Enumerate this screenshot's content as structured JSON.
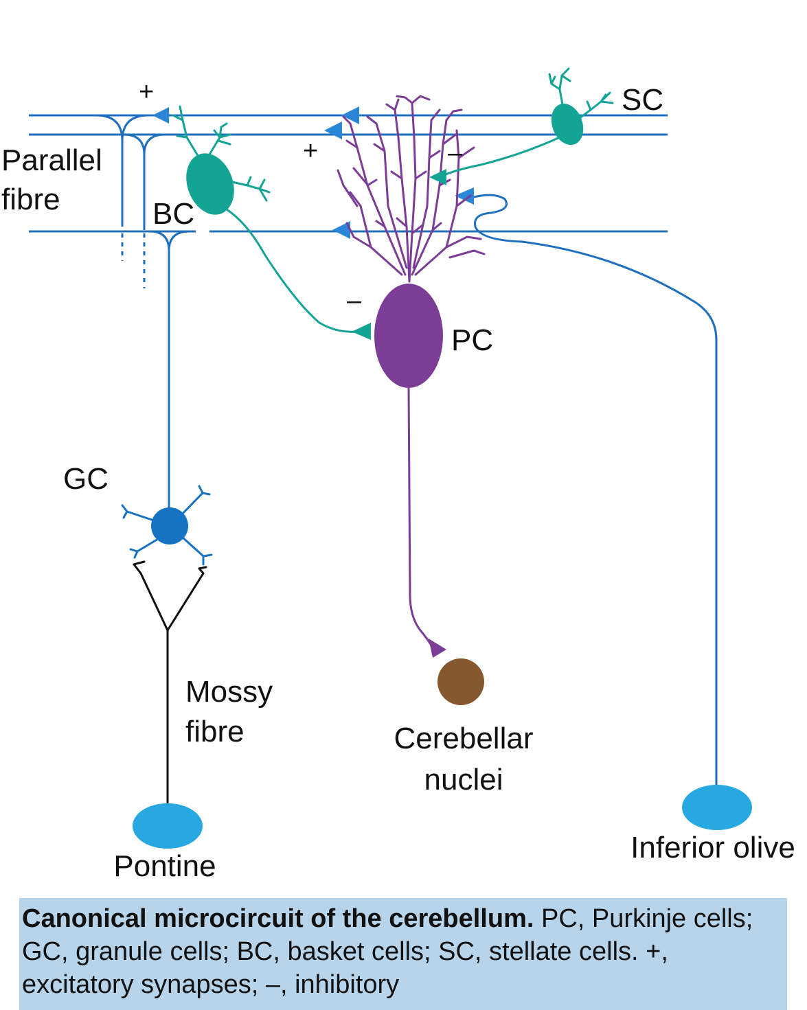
{
  "labels": {
    "parallel_line1": "Parallel",
    "parallel_line2": "fibre",
    "bc": "BC",
    "sc": "SC",
    "pc": "PC",
    "gc": "GC",
    "mossy_line1": "Mossy",
    "mossy_line2": "fibre",
    "cerebellar_line1": "Cerebellar",
    "cerebellar_line2": "nuclei",
    "pontine": "Pontine",
    "inferior_olive": "Inferior olive"
  },
  "signs": {
    "plus_top": "+",
    "plus_mid": "+",
    "minus_sc": "–",
    "minus_pc": "–"
  },
  "caption": {
    "title": "Canonical microcircuit of the cerebellum.",
    "body": " PC, Purkinje cells; GC, granule cells; BC, basket cells; SC, stellate cells. +, excitatory synapses; –, inhibitory"
  },
  "colors": {
    "parallel_fibre": "#1f6fbf",
    "interneuron": "#14a495",
    "purkinje": "#7b3d96",
    "granule": "#1673c4",
    "pontine_olive": "#27a8e0",
    "nuclei": "#86582f",
    "mossy": "#111111",
    "caption_bg": "#b7d4ea"
  }
}
